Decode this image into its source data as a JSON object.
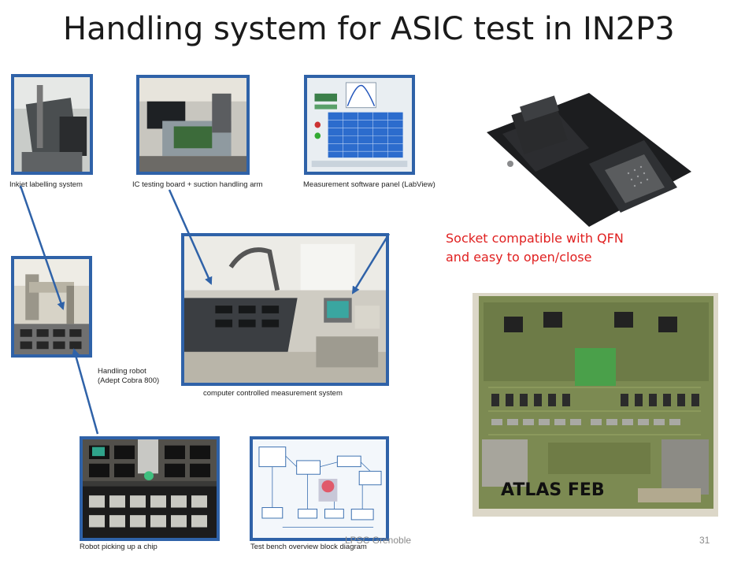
{
  "slide": {
    "title": "Handling system for ASIC test in IN2P3",
    "footer_center": "LPSC Grenoble",
    "page_number": "31"
  },
  "captions": {
    "inkjet": "Inkjet  labelling system",
    "ic_testing": "IC testing  board + suction handling arm",
    "measurement_panel": "Measurement software panel (LabView)",
    "robot_line1": "Handling robot",
    "robot_line2": "(Adept Cobra 800)",
    "measurement_system": "computer controlled measurement system",
    "chip_pick": "Robot picking up a chip",
    "block_diagram": "Test bench overview block diagram"
  },
  "socket_note": {
    "line1": "Socket compatible with QFN",
    "line2": "and easy to open/close"
  },
  "feb_label": "ATLAS   FEB",
  "colors": {
    "frame_blue": "#2f62a8",
    "annotation_red": "#e02020"
  }
}
